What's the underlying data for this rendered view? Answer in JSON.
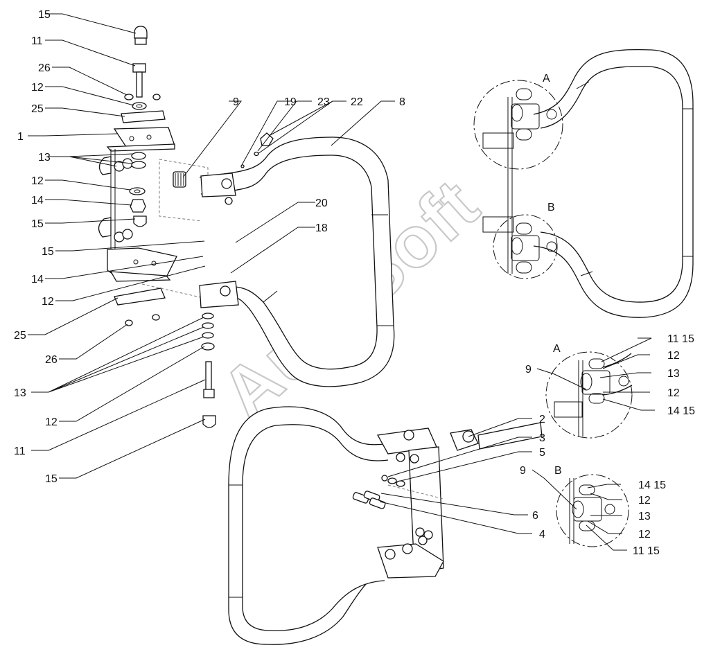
{
  "watermark": "AutoSoft",
  "detail_a_title": "A",
  "detail_b_title": "B",
  "callouts": [
    {
      "id": "c15a",
      "text": "15"
    },
    {
      "id": "c11a",
      "text": "11"
    },
    {
      "id": "c26a",
      "text": "26"
    },
    {
      "id": "c12a",
      "text": "12"
    },
    {
      "id": "c25a",
      "text": "25"
    },
    {
      "id": "c1",
      "text": "1"
    },
    {
      "id": "c13a",
      "text": "13"
    },
    {
      "id": "c12b",
      "text": "12"
    },
    {
      "id": "c14a",
      "text": "14"
    },
    {
      "id": "c15b",
      "text": "15"
    },
    {
      "id": "c15c",
      "text": "15"
    },
    {
      "id": "c14b",
      "text": "14"
    },
    {
      "id": "c12c",
      "text": "12"
    },
    {
      "id": "c25b",
      "text": "25"
    },
    {
      "id": "c26b",
      "text": "26"
    },
    {
      "id": "c13b",
      "text": "13"
    },
    {
      "id": "c12d",
      "text": "12"
    },
    {
      "id": "c11b",
      "text": "11"
    },
    {
      "id": "c15d",
      "text": "15"
    },
    {
      "id": "c9",
      "text": "9"
    },
    {
      "id": "c19",
      "text": "19"
    },
    {
      "id": "c23",
      "text": "23"
    },
    {
      "id": "c22",
      "text": "22"
    },
    {
      "id": "c8",
      "text": "8"
    },
    {
      "id": "c20",
      "text": "20"
    },
    {
      "id": "c18",
      "text": "18"
    },
    {
      "id": "c2",
      "text": "2"
    },
    {
      "id": "c3",
      "text": "3"
    },
    {
      "id": "c5",
      "text": "5"
    },
    {
      "id": "c6",
      "text": "6"
    },
    {
      "id": "c4",
      "text": "4"
    },
    {
      "id": "dA",
      "text": "A"
    },
    {
      "id": "dA9",
      "text": "9"
    },
    {
      "id": "dA1115",
      "text": "11  15"
    },
    {
      "id": "dA12a",
      "text": "12"
    },
    {
      "id": "dA13",
      "text": "13"
    },
    {
      "id": "dA12b",
      "text": "12"
    },
    {
      "id": "dA1415",
      "text": "14  15"
    },
    {
      "id": "dB",
      "text": "B"
    },
    {
      "id": "dB9",
      "text": "9"
    },
    {
      "id": "dB1415",
      "text": "14  15"
    },
    {
      "id": "dB12a",
      "text": "12"
    },
    {
      "id": "dB13",
      "text": "13"
    },
    {
      "id": "dB12b",
      "text": "12"
    },
    {
      "id": "dB1115",
      "text": "11  15"
    }
  ]
}
